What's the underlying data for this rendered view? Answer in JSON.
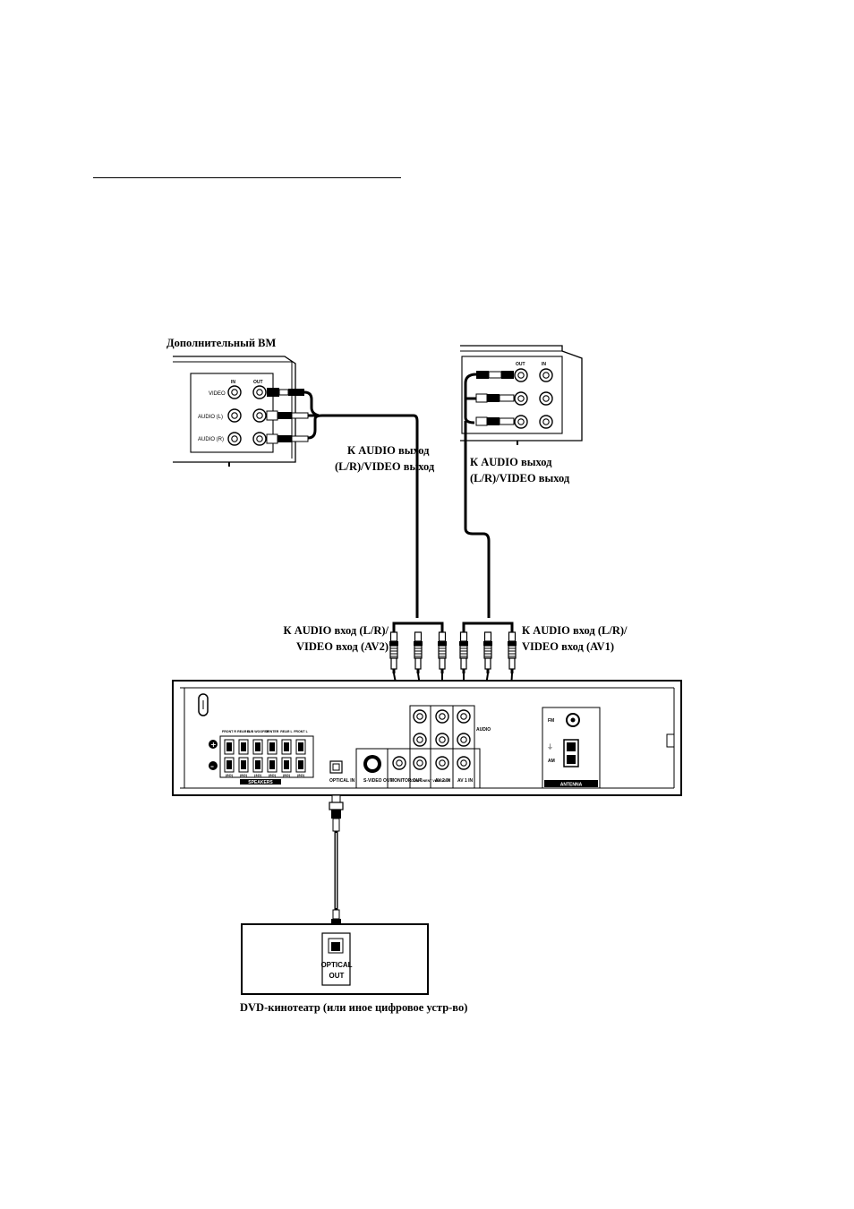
{
  "labels": {
    "vcr_title": "Дополнительный ВМ",
    "left_out_line1": "К AUDIO выход",
    "left_out_line2": "(L/R)/VIDEO выход",
    "right_out_line1": "К AUDIO выход",
    "right_out_line2": "(L/R)/VIDEO выход",
    "av2_in_line1": "К AUDIO вход (L/R)/",
    "av2_in_line2": "VIDEO вход (AV2)",
    "av1_in_line1": "К AUDIO вход (L/R)/",
    "av1_in_line2": "VIDEO вход (AV1)",
    "dvd_caption": "DVD-кинотеатр (или иное цифровое устр-во)"
  },
  "vcr_panel": {
    "in": "IN",
    "out": "OUT",
    "video": "VIDEO",
    "audio_l": "AUDIO (L)",
    "audio_r": "AUDIO (R)"
  },
  "right_panel": {
    "out": "OUT",
    "in": "IN"
  },
  "receiver": {
    "speakers": [
      "FRONT R",
      "REAR R",
      "SUB WOOFER",
      "CENTER",
      "REAR L",
      "FRONT L"
    ],
    "impedance": [
      "(8Ω)",
      "(8Ω)",
      "(4Ω)",
      "(8Ω)",
      "(8Ω)",
      "(8Ω)"
    ],
    "speakers_title": "SPEAKERS",
    "optical_in": "OPTICAL IN",
    "svideo_out": "S-VIDEO OUT",
    "monitor_out": "MONITOR OUT",
    "component_out": "COMPONENT VIDEO OUT",
    "av2_in": "AV 2 IN",
    "av1_in": "AV 1 IN",
    "audio": "AUDIO",
    "fm": "FM",
    "am": "AM",
    "antenna": "ANTENNA"
  },
  "dvd_box": {
    "optical_label_1": "OPTICAL",
    "optical_label_2": "OUT"
  }
}
